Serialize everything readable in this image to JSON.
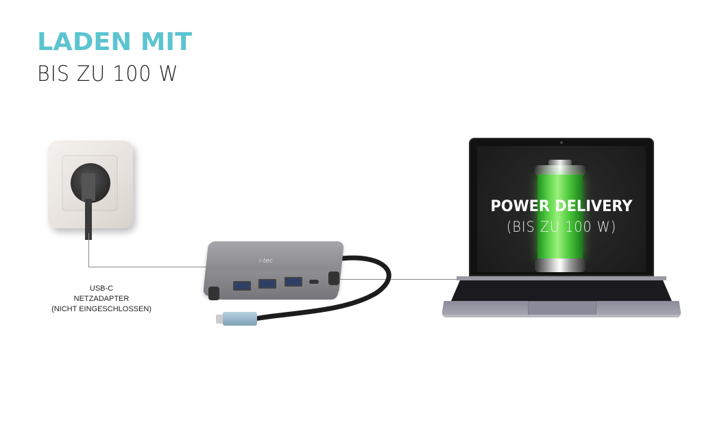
{
  "header": {
    "title": "LADEN MIT",
    "subtitle": "BIS ZU 100 W",
    "title_color": "#5cc4d1"
  },
  "adapter": {
    "label_lines": [
      "USB-C",
      "NETZADAPTER",
      "(NICHT EINGESCHLOSSEN)"
    ]
  },
  "hub": {
    "logo": "i-tec",
    "ports": [
      "usb-a",
      "usb-a",
      "usb-a",
      "usb-c"
    ]
  },
  "laptop_screen": {
    "title": "POWER DELIVERY",
    "subtitle": "(BIS ZU 100 W)",
    "battery_color": "#5ed64a"
  }
}
